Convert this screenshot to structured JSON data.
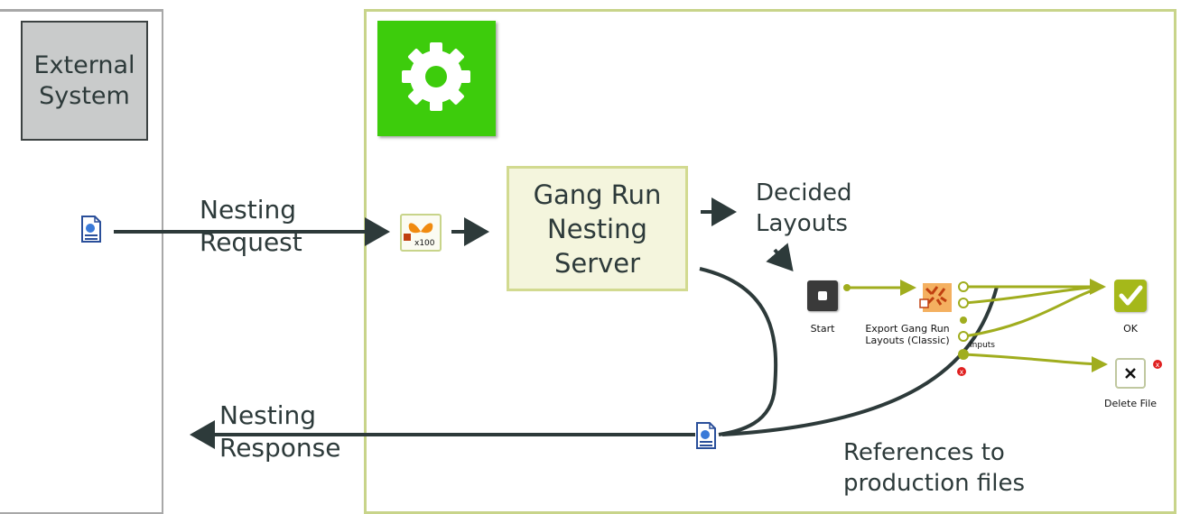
{
  "external_system": {
    "label": "External\nSystem"
  },
  "server": {
    "label": "Gang Run\nNesting\nServer"
  },
  "labels": {
    "nesting_request": "Nesting\nRequest",
    "nesting_response": "Nesting\nResponse",
    "decided_layouts": "Decided\nLayouts",
    "references": "References to\nproduction files"
  },
  "flow": {
    "start": "Start",
    "export": "Export Gang Run\nLayouts (Classic)",
    "inputs": "Inputs",
    "ok": "OK",
    "delete_file": "Delete File"
  },
  "batch_icon": {
    "text": "x100"
  },
  "colors": {
    "accent_green": "#3dcc0c",
    "lane_border": "#c8d48a",
    "server_fill": "#f4f5dd",
    "flow_connector": "#a0ad1e",
    "arrow": "#2d3a3a"
  }
}
